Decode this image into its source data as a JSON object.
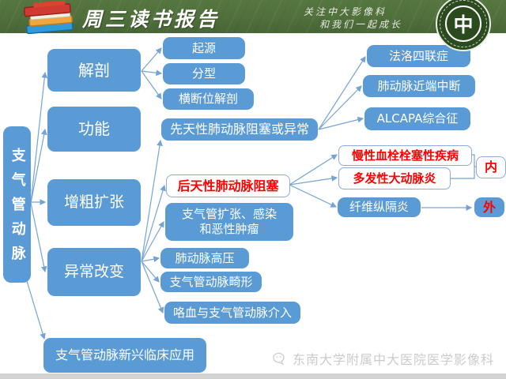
{
  "slide": {
    "header": {
      "title": "周三读书报告",
      "slogan": [
        "关注中大影像科",
        "和我们一起成长"
      ],
      "seal_char": "中",
      "icons": {
        "books": "books-stack-icon",
        "seal": "hospital-seal-icon"
      }
    },
    "watermark": {
      "icon": "wechat-logo-icon",
      "text": "东南大学附属中大医院医学影像科"
    },
    "colors": {
      "header_green": "#4F6F3B",
      "seal_green": "#2B4A1E",
      "node_blue": "#5B9BD5",
      "connector_blue": "#76A3D6",
      "highlight_red": "#FF0000",
      "background": "#FFFFFF"
    }
  },
  "diagram": {
    "root": {
      "label": "支气管动脉"
    },
    "level1": {
      "anatomy": "解剖",
      "function": "功能",
      "dilation": "增粗扩张",
      "abnormal": "异常改变",
      "clinical": "支气管动脉新兴临床应用"
    },
    "anatomy_children": {
      "origin": "起源",
      "classification": "分型",
      "cross_section": "横断位解剖"
    },
    "abnormal_children": {
      "congenital": "先天性肺动脉阻塞或异常",
      "acquired": "后天性肺动脉阻塞",
      "bronchiectasis_line1": "支气管扩张、感染",
      "bronchiectasis_line2": "和恶性肿瘤",
      "pah": "肺动脉高压",
      "malformation": "支气管动脉畸形",
      "hemoptysis": "咯血与支气管动脉介入"
    },
    "congenital_children": {
      "fallot": "法洛四联症",
      "interruption": "肺动脉近端中断",
      "alcapa": "ALCAPA综合征"
    },
    "acquired_children": {
      "cteph": "慢性血栓栓塞性疾病",
      "takayasu": "多发性大动脉炎",
      "fibrosing": "纤维纵隔炎"
    },
    "groups": {
      "internal": "内",
      "external": "外"
    }
  }
}
